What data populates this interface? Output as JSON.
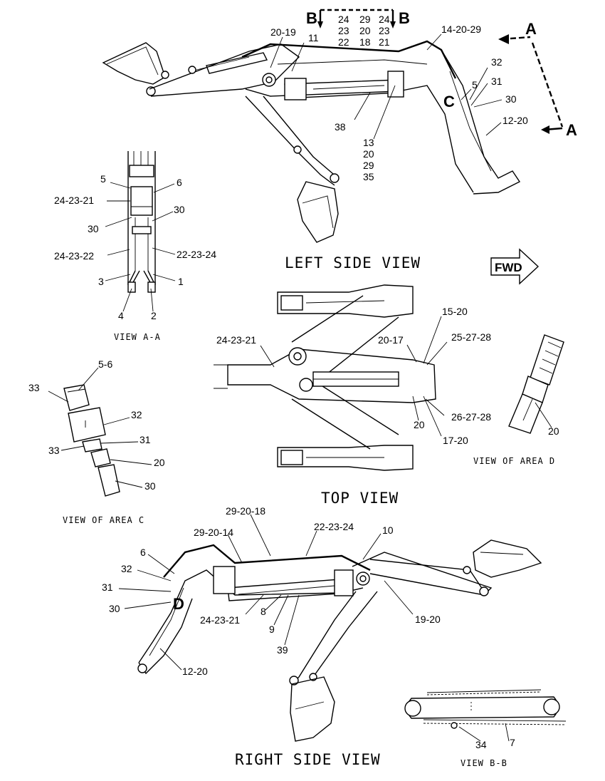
{
  "titles": {
    "left_side_view": "LEFT SIDE VIEW",
    "top_view": "TOP VIEW",
    "right_side_view": "RIGHT SIDE VIEW",
    "view_aa": "VIEW A-A",
    "view_area_c": "VIEW OF AREA C",
    "view_area_d": "VIEW OF AREA D",
    "view_bb": "VIEW B-B"
  },
  "fwd": "FWD",
  "section_letters": {
    "a": "A",
    "b": "B",
    "c": "C",
    "d": "D"
  },
  "callouts": {
    "left": {
      "b_col1": [
        "24",
        "23",
        "22"
      ],
      "b_col2": [
        "29",
        "20",
        "18"
      ],
      "b_col3": [
        "24",
        "23",
        "21"
      ],
      "c20_19": "20-19",
      "c11": "11",
      "c14_20_29": "14-20-29",
      "c5": "5",
      "c32": "32",
      "c31": "31",
      "c30": "30",
      "c12_20": "12-20",
      "c38": "38",
      "stack": [
        "13",
        "20",
        "29",
        "35"
      ]
    },
    "view_aa": {
      "c5": "5",
      "c6": "6",
      "c24_23_21": "24-23-21",
      "c30a": "30",
      "c30b": "30",
      "c24_23_22": "24-23-22",
      "c22_23_24": "22-23-24",
      "c3": "3",
      "c1": "1",
      "c4": "4",
      "c2": "2"
    },
    "top": {
      "c15_20": "15-20",
      "c24_23_21": "24-23-21",
      "c20_17": "20-17",
      "c25_27_28": "25-27-28",
      "c26_27_28": "26-27-28",
      "c20": "20",
      "c17_20": "17-20"
    },
    "area_c": {
      "c5_6": "5-6",
      "c33a": "33",
      "c32": "32",
      "c31": "31",
      "c33b": "33",
      "c20": "20",
      "c30": "30"
    },
    "area_d": {
      "c20": "20"
    },
    "right": {
      "c29_20_18": "29-20-18",
      "c22_23_24": "22-23-24",
      "c10": "10",
      "c29_20_14": "29-20-14",
      "c6": "6",
      "c32": "32",
      "c31": "31",
      "c30": "30",
      "c24_23_21": "24-23-21",
      "c8": "8",
      "c9": "9",
      "c39": "39",
      "c19_20": "19-20",
      "c12_20": "12-20"
    },
    "view_bb": {
      "c34": "34",
      "c7": "7"
    }
  }
}
